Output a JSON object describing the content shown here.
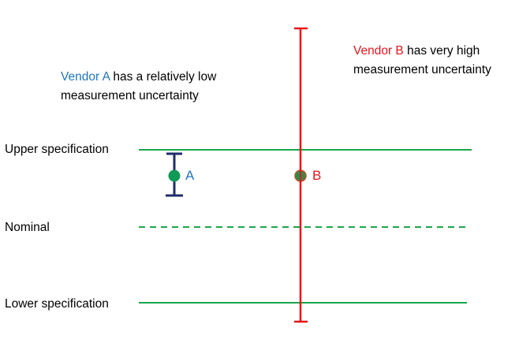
{
  "labels": {
    "upper": "Upper specification",
    "nominal": "Nominal",
    "lower": "Lower specification"
  },
  "vendor_a": {
    "name": "Vendor A",
    "text1": " has a relatively low",
    "text2": "measurement uncertainty",
    "point_label": "A"
  },
  "vendor_b": {
    "name": "Vendor B",
    "text1": " has very high",
    "text2": "measurement uncertainty",
    "point_label": "B"
  },
  "colors": {
    "spec_line": "#1aa64a",
    "vendor_a": "#1f77c0",
    "vendor_b": "#e8141b",
    "error_bar_a": "#1f2d6b",
    "point": "#0f9a55"
  }
}
